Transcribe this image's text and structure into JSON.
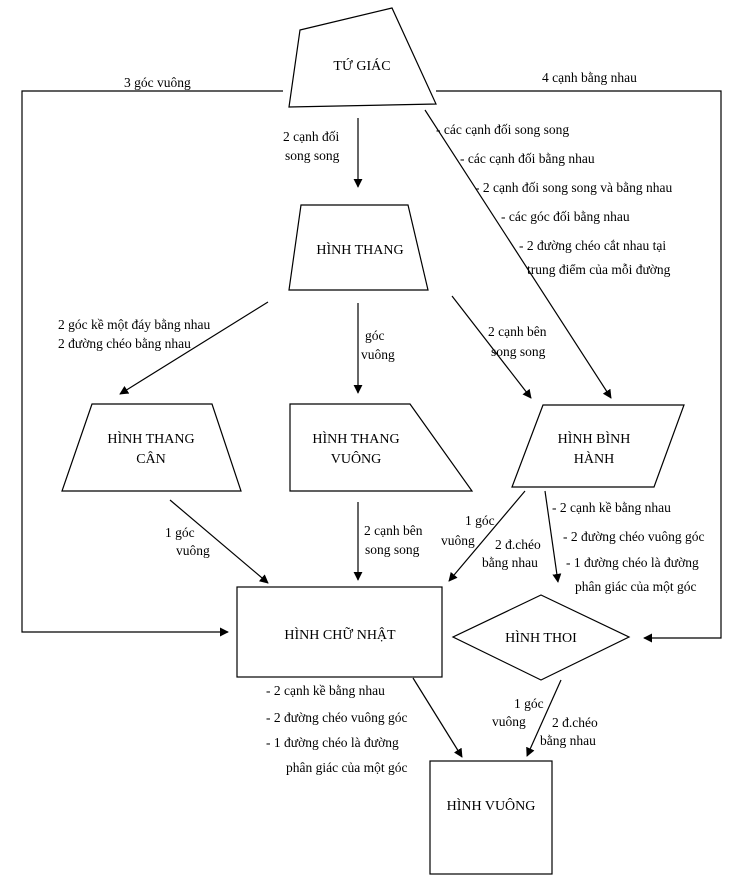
{
  "shapes": {
    "tu_giac": "TỨ GIÁC",
    "hinh_thang": "HÌNH THANG",
    "hinh_thang_can": [
      "HÌNH THANG",
      "CÂN"
    ],
    "hinh_thang_vuong": [
      "HÌNH THANG",
      "VUÔNG"
    ],
    "hinh_binh_hanh": [
      "HÌNH BÌNH",
      "HÀNH"
    ],
    "hinh_chu_nhat": "HÌNH CHỮ NHẬT",
    "hinh_thoi": "HÌNH THOI",
    "hinh_vuong": "HÌNH VUÔNG"
  },
  "edges": {
    "tugiac_chunhat": [
      "3 góc vuông"
    ],
    "tugiac_thoi": [
      "4 cạnh bằng nhau"
    ],
    "tugiac_thang": [
      "2 cạnh đối",
      "song song"
    ],
    "tugiac_binhhanh": [
      "- các cạnh đối song song",
      "- các cạnh đối bằng nhau",
      "- 2 cạnh đối song song và bằng nhau",
      "- các góc đối bằng nhau",
      "- 2 đường chéo cắt nhau tại",
      "trung điểm của mỗi đường"
    ],
    "thang_can": [
      "2 góc kề một đáy bằng nhau",
      "2 đường chéo bằng nhau"
    ],
    "thang_vuong": [
      "góc",
      "vuông"
    ],
    "thang_binhhanh": [
      "2 cạnh bên",
      "song song"
    ],
    "can_chunhat": [
      "1 góc",
      "vuông"
    ],
    "vuong_chunhat": [
      "2 cạnh bên",
      "song song"
    ],
    "binhhanh_chunhat_a": [
      "1 góc",
      "vuông"
    ],
    "binhhanh_chunhat_b": [
      "2 đ.chéo",
      "bằng nhau"
    ],
    "binhhanh_thoi": [
      "- 2 cạnh kề bằng nhau",
      "- 2 đường chéo vuông góc",
      "- 1 đường chéo là đường",
      "phân giác của một góc"
    ],
    "chunhat_hinhvuong": [
      "- 2 cạnh kề bằng nhau",
      "- 2 đường chéo vuông góc",
      "- 1 đường chéo là đường",
      "phân giác của một góc"
    ],
    "thoi_hinhvuong_a": [
      "1 góc",
      "vuông"
    ],
    "thoi_hinhvuong_b": [
      "2 đ.chéo",
      "bằng nhau"
    ]
  }
}
